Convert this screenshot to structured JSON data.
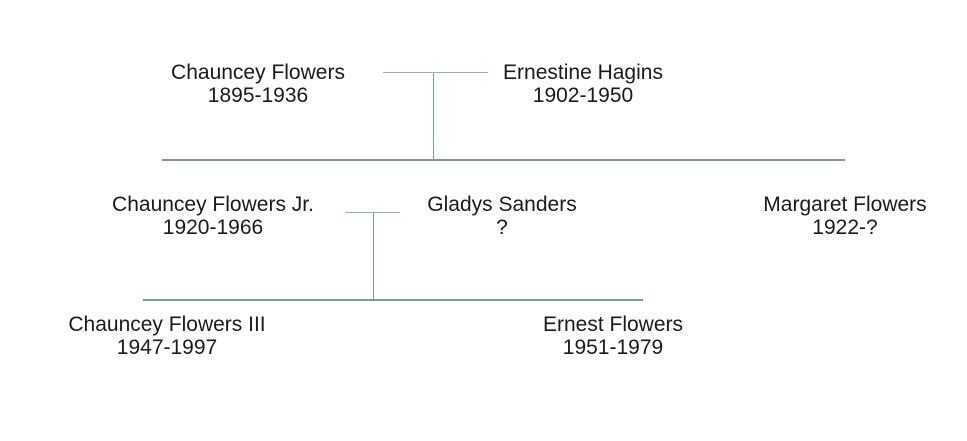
{
  "diagram": {
    "type": "family-tree",
    "background_color": "#ffffff",
    "line_color": "#7a9aa8",
    "line_color_light": "#8fb3c0",
    "text_color": "#1a1a1a"
  },
  "people": [
    {
      "id": "chauncey-flowers",
      "name": "Chauncey Flowers",
      "dates": "1895-1936"
    },
    {
      "id": "ernestine-hagins",
      "name": "Ernestine Hagins",
      "dates": "1902-1950"
    },
    {
      "id": "chauncey-flowers-jr",
      "name": "Chauncey Flowers Jr.",
      "dates": "1920-1966"
    },
    {
      "id": "gladys-sanders",
      "name": "Gladys Sanders",
      "dates": "?"
    },
    {
      "id": "margaret-flowers",
      "name": "Margaret Flowers",
      "dates": "1922-?"
    },
    {
      "id": "chauncey-flowers-iii",
      "name": "Chauncey Flowers III",
      "dates": "1947-1997"
    },
    {
      "id": "ernest-flowers",
      "name": "Ernest Flowers",
      "dates": "1951-1979"
    }
  ],
  "relationships": [
    {
      "couple": [
        "Chauncey Flowers",
        "Ernestine Hagins"
      ],
      "children": [
        "Chauncey Flowers Jr.",
        "Margaret Flowers"
      ]
    },
    {
      "couple": [
        "Chauncey Flowers Jr.",
        "Gladys Sanders"
      ],
      "children": [
        "Chauncey Flowers III",
        "Ernest Flowers"
      ]
    }
  ]
}
